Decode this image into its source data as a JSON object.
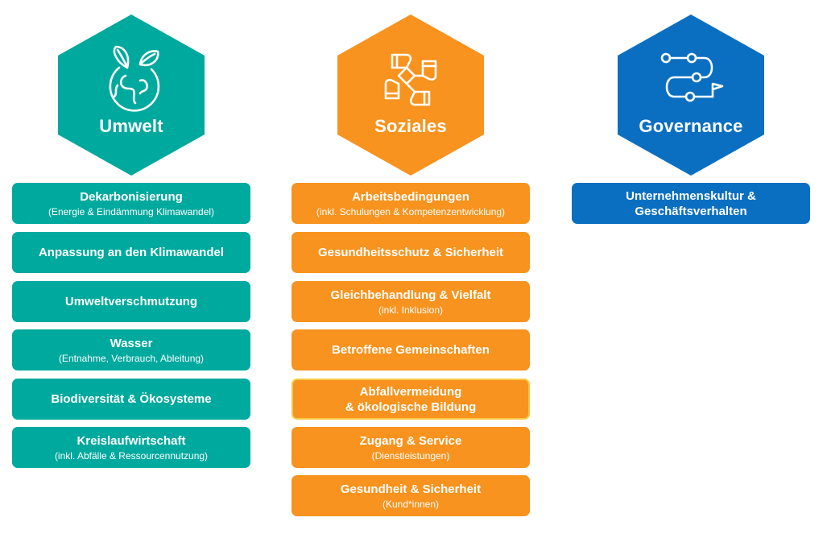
{
  "colors": {
    "umwelt": "#00a99d",
    "soziales": "#f7931e",
    "governance": "#0b6fc1"
  },
  "columns": [
    {
      "id": "umwelt",
      "title": "Umwelt",
      "icon": "earth-leaves-icon",
      "items": [
        {
          "main": "Dekarbonisierung",
          "sub": "(Energie & Eindämmung Klimawandel)"
        },
        {
          "main": "Anpassung an den Klimawandel",
          "sub": ""
        },
        {
          "main": "Umweltverschmutzung",
          "sub": ""
        },
        {
          "main": "Wasser",
          "sub": "(Entnahme, Verbrauch, Ableitung)"
        },
        {
          "main": "Biodiversität & Ökosysteme",
          "sub": ""
        },
        {
          "main": "Kreislaufwirtschaft",
          "sub": "(inkl. Abfälle & Ressourcennutzung)"
        }
      ]
    },
    {
      "id": "soziales",
      "title": "Soziales",
      "icon": "joined-hands-icon",
      "items": [
        {
          "main": "Arbeitsbedingungen",
          "sub": "(inkl. Schulungen & Kompetenzentwicklung)"
        },
        {
          "main": "Gesundheitsschutz & Sicherheit",
          "sub": ""
        },
        {
          "main": "Gleichbehandlung & Vielfalt",
          "sub": "(inkl. Inklusion)"
        },
        {
          "main": "Betroffene Gemeinschaften",
          "sub": ""
        },
        {
          "main": "Abfallvermeidung\n& ökologische Bildung",
          "sub": ""
        },
        {
          "main": "Zugang & Service",
          "sub": "(Dienstleistungen)"
        },
        {
          "main": "Gesundheit & Sicherheit",
          "sub": "(Kund*innen)"
        }
      ]
    },
    {
      "id": "governance",
      "title": "Governance",
      "icon": "route-flag-icon",
      "items": [
        {
          "main": "Unternehmenskultur &\nGeschäftsverhalten",
          "sub": ""
        }
      ]
    }
  ]
}
